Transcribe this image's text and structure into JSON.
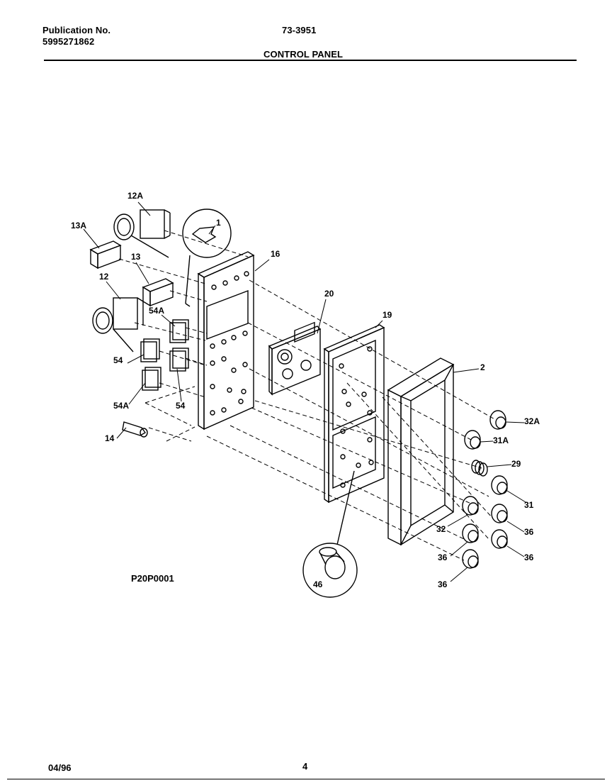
{
  "header": {
    "publication_label": "Publication No.",
    "publication_number": "5995271862",
    "page_code": "73-3951",
    "section_title": "CONTROL PANEL"
  },
  "diagram": {
    "callouts": [
      "12A",
      "13A",
      "1",
      "13",
      "16",
      "12",
      "54A",
      "20",
      "19",
      "54",
      "2",
      "54A",
      "54",
      "32A",
      "14",
      "31A",
      "29",
      "31",
      "32",
      "36",
      "36",
      "36",
      "36",
      "46"
    ],
    "drawing_code": "P20P0001"
  },
  "footer": {
    "date": "04/96",
    "page_number": "4"
  }
}
